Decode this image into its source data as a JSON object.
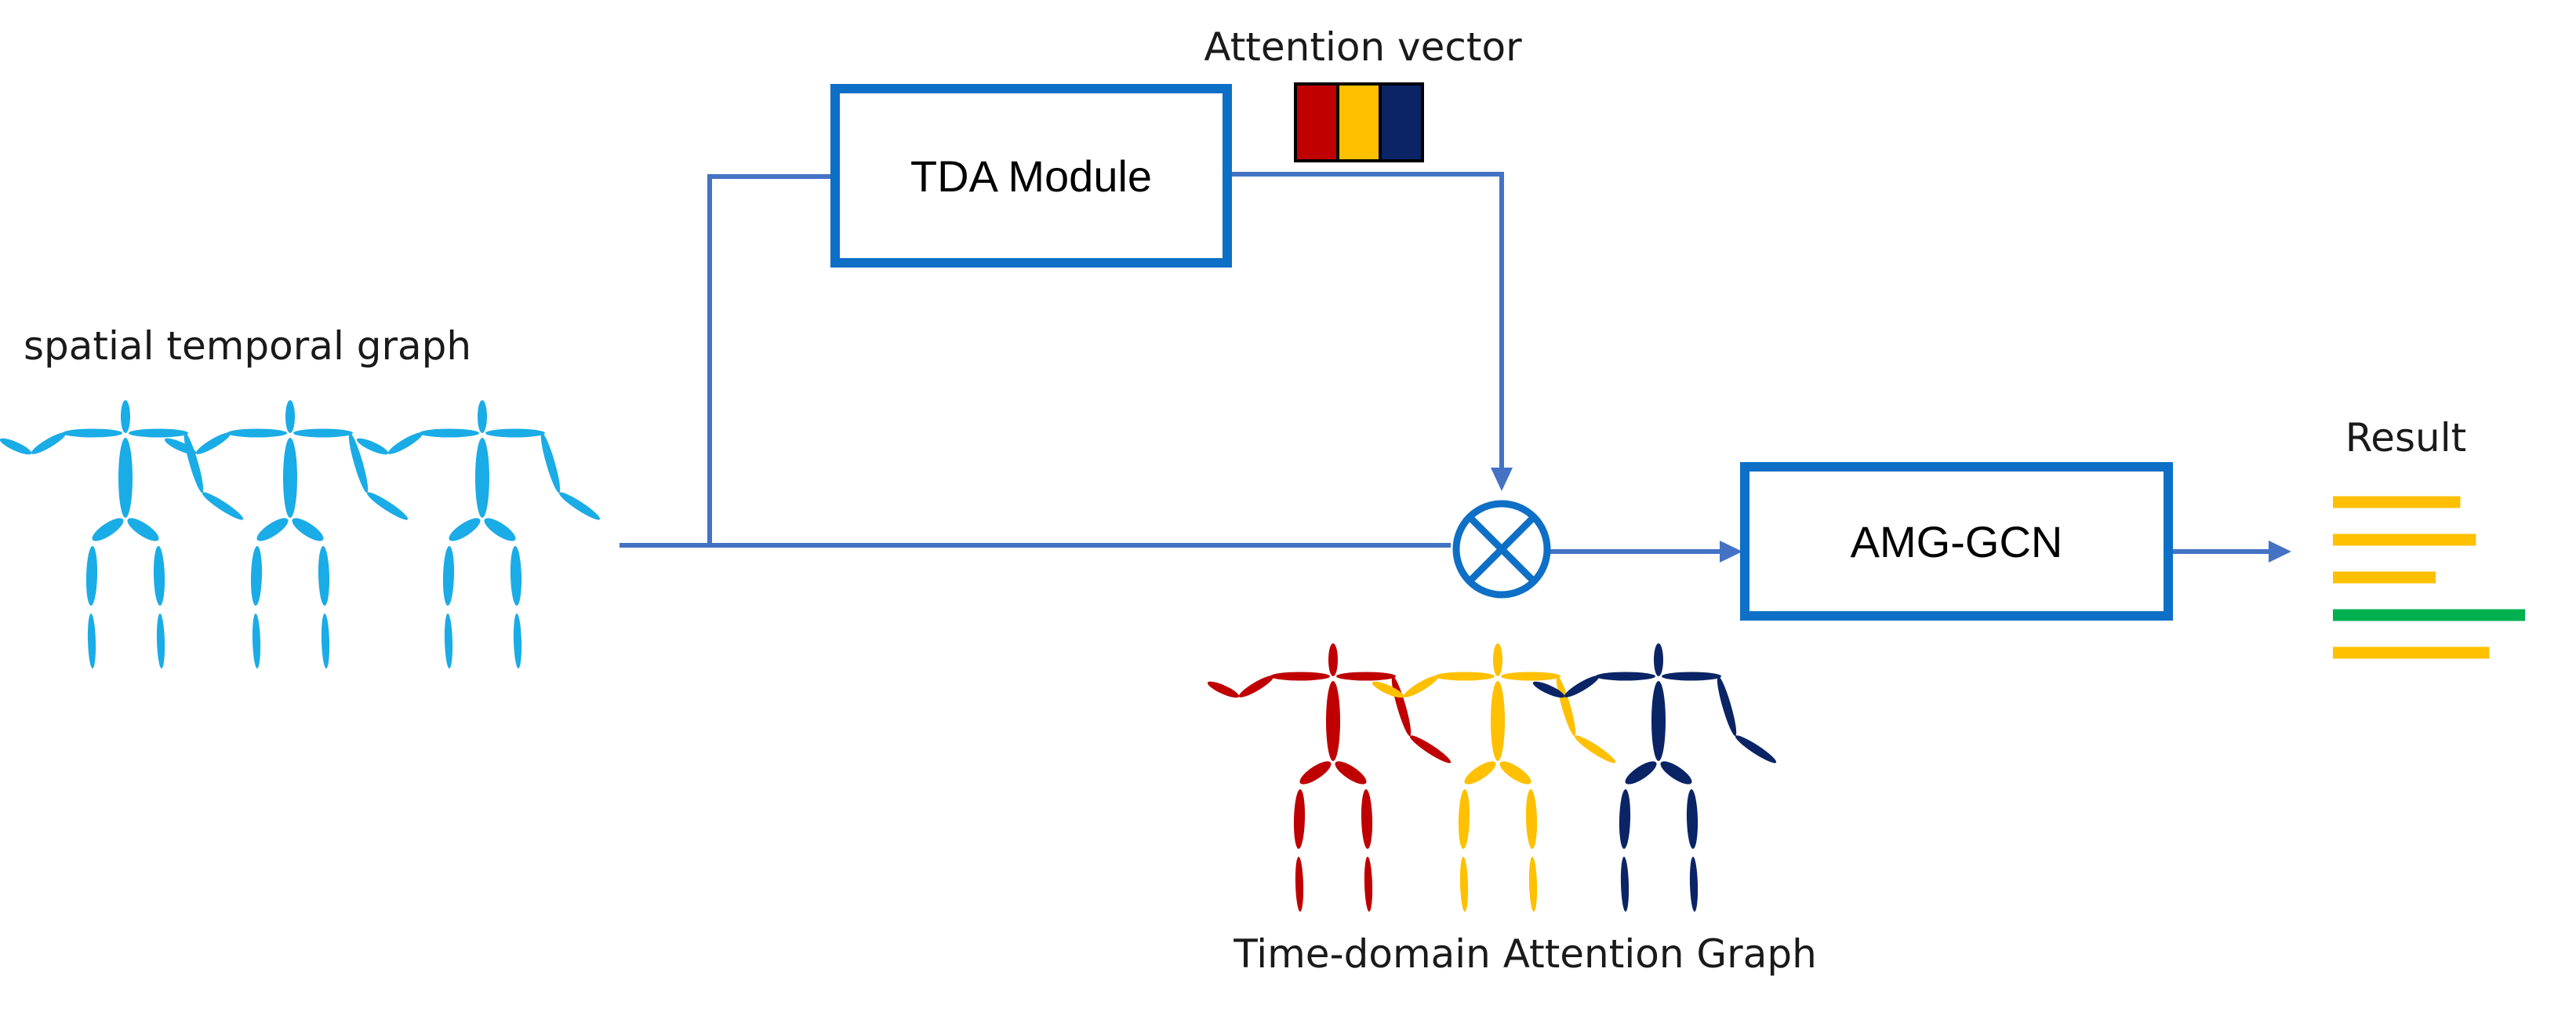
{
  "labels": {
    "input": "spatial temporal graph",
    "tda": "TDA Module",
    "attention_vector": "Attention vector",
    "amg": "AMG-GCN",
    "result": "Result",
    "attention_graph": "Time-domain Attention Graph"
  },
  "colors": {
    "arrow": "#4472C4",
    "box_border": "#0E6FC6",
    "skeleton_input": "#1AACE6",
    "attention_red": "#C00000",
    "attention_yellow": "#FFC000",
    "attention_navy": "#0A2466",
    "result_yellow": "#FFC000",
    "result_green": "#00B050"
  },
  "icons": {
    "multiply": "circled-times-icon",
    "skeleton": "skeleton-figure-icon"
  },
  "skeletons": {
    "input": [
      "skeleton_input",
      "skeleton_input",
      "skeleton_input"
    ],
    "attention": [
      "attention_red",
      "attention_yellow",
      "attention_navy"
    ]
  },
  "attention_vector_cells": [
    "attention_red",
    "attention_yellow",
    "attention_navy"
  ],
  "result_bars": [
    {
      "color": "result_yellow",
      "value": 0.57
    },
    {
      "color": "result_yellow",
      "value": 0.64
    },
    {
      "color": "result_yellow",
      "value": 0.46
    },
    {
      "color": "result_green",
      "value": 0.86
    },
    {
      "color": "result_yellow",
      "value": 0.7
    }
  ]
}
